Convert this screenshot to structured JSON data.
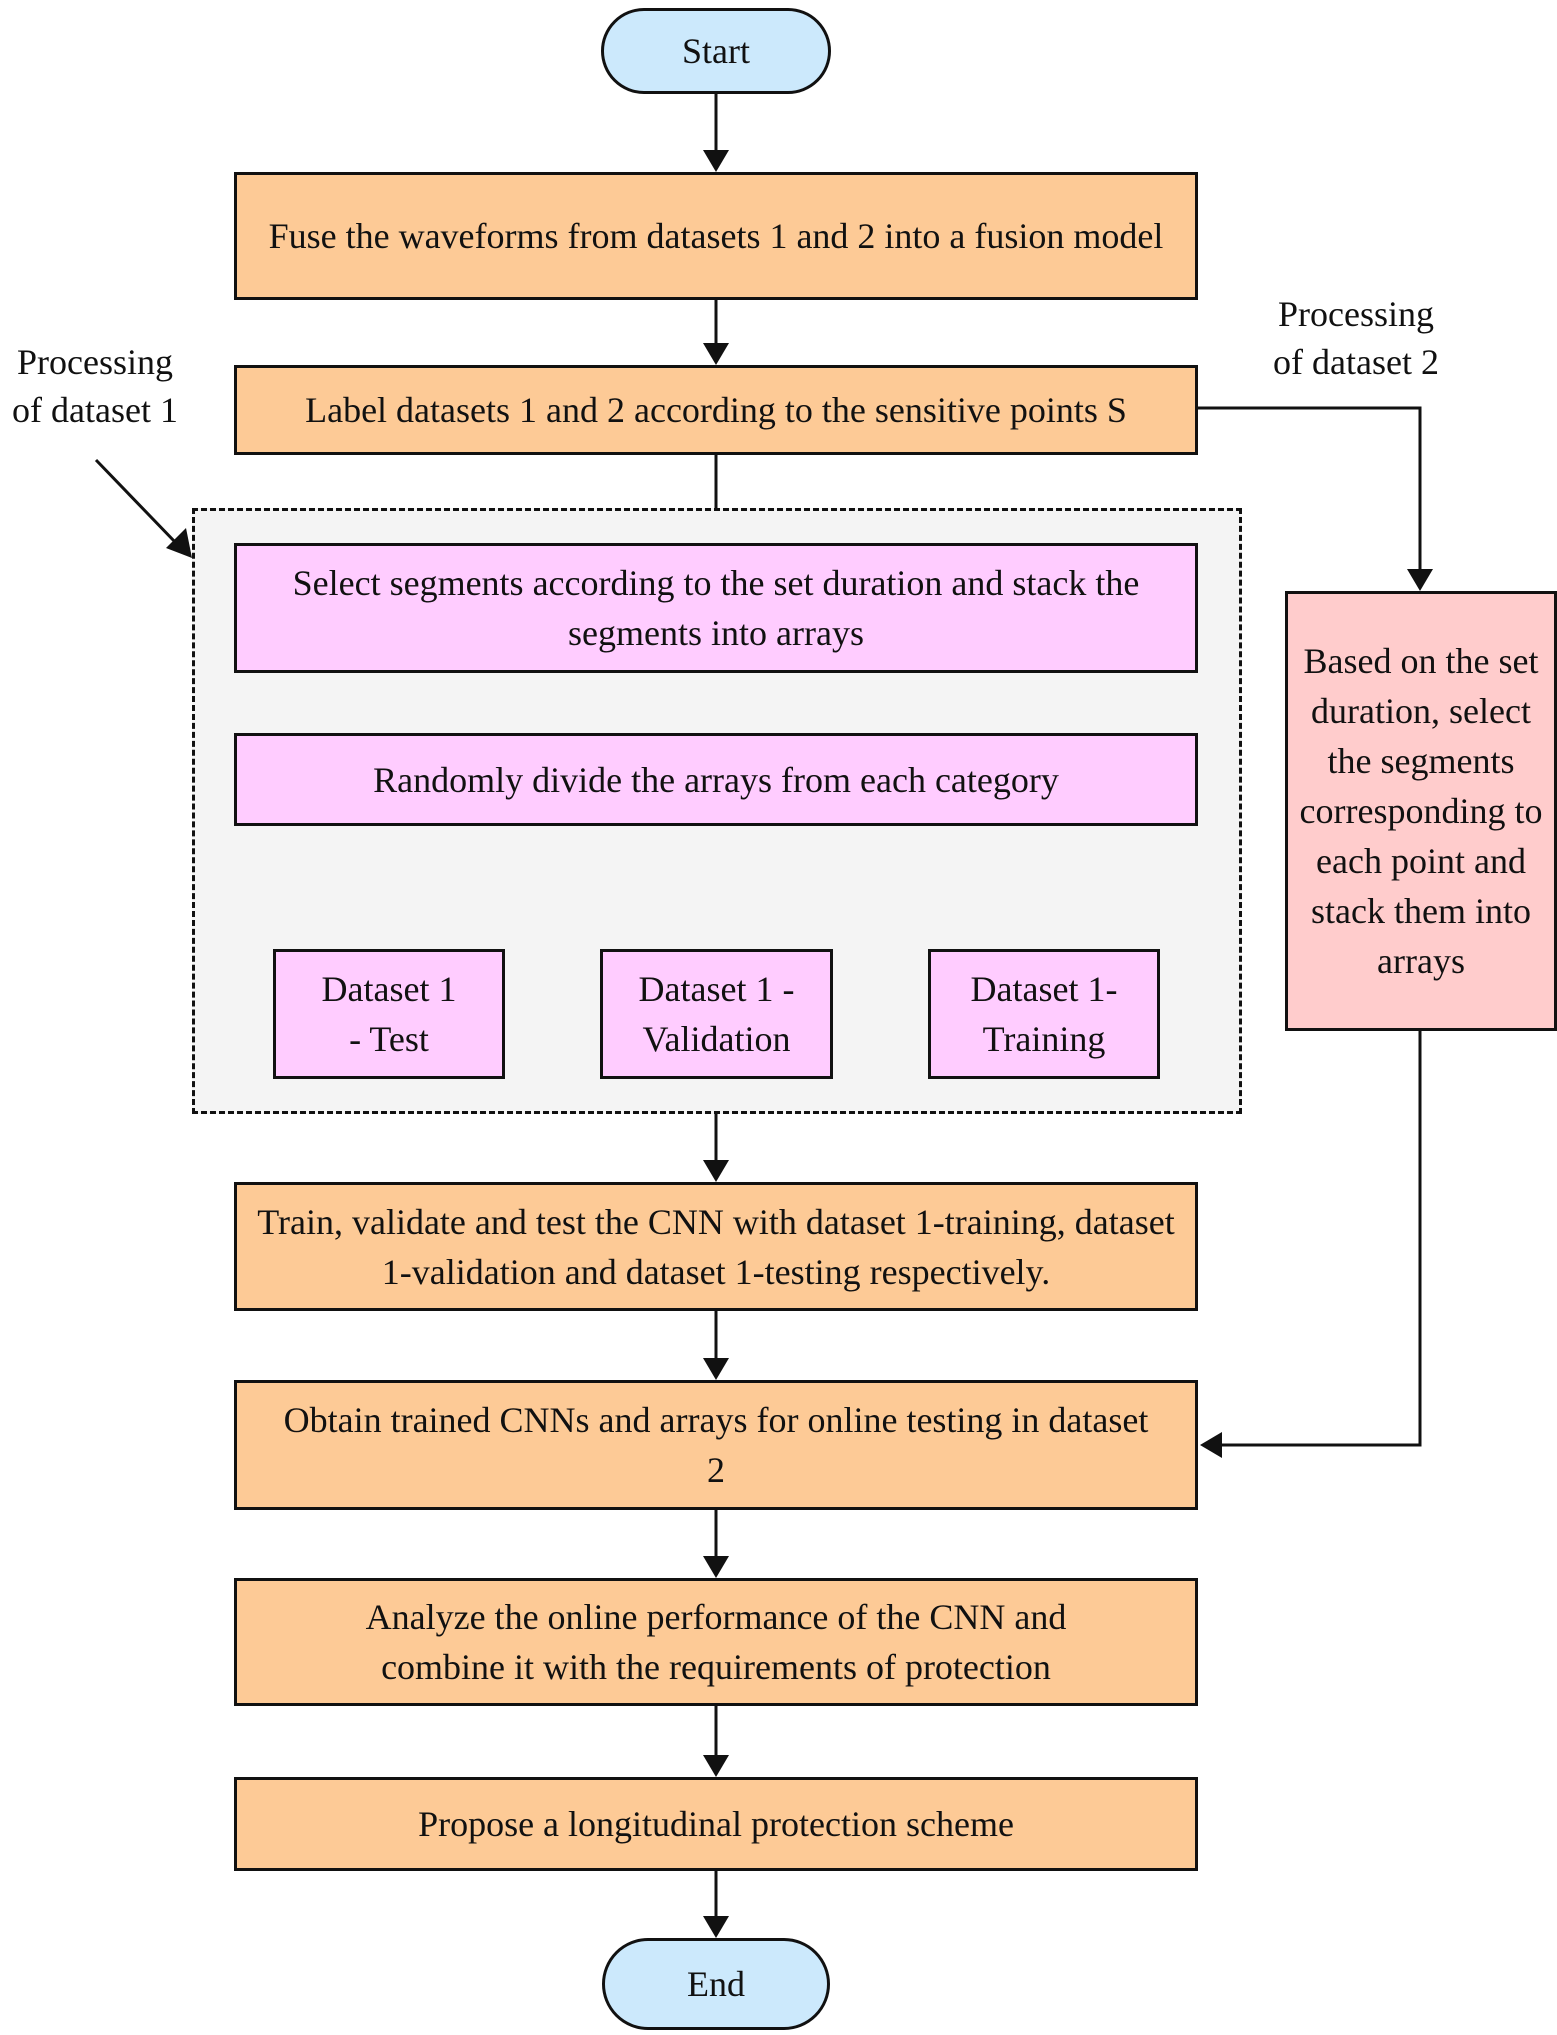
{
  "terminals": {
    "start": "Start",
    "end": "End"
  },
  "steps": {
    "fuse": "Fuse the waveforms from datasets 1 and 2 into a fusion model",
    "label": "Label datasets 1 and 2 according to the sensitive points S",
    "select": "Select segments according to the set duration and stack the segments into arrays",
    "divide": "Randomly divide the arrays from each category",
    "train": "Train, validate and test the CNN with dataset 1-training, dataset 1-validation and dataset 1-testing respectively.",
    "obtain": "Obtain trained CNNs and arrays for online testing in dataset 2",
    "analyze": "Analyze the online performance of the CNN and combine it with the requirements of protection",
    "propose": "Propose a longitudinal protection scheme"
  },
  "subsets": {
    "test": "Dataset 1 - Test",
    "validation": "Dataset 1 - Validation",
    "training": "Dataset 1- Training"
  },
  "dataset2_step": "Based on the set duration, select the segments corresponding to each point and stack them into arrays",
  "annotations": {
    "dataset1_line1": "Processing",
    "dataset1_line2": "of dataset 1",
    "dataset2_line1": "Processing",
    "dataset2_line2": "of dataset 2"
  },
  "colors": {
    "terminal_fill": "#cce9fc",
    "main_step_fill": "#fdca96",
    "dataset1_step_fill": "#ffccff",
    "dataset2_step_fill": "#ffcccc",
    "group_fill": "#f4f4f4",
    "stroke": "#111111"
  }
}
